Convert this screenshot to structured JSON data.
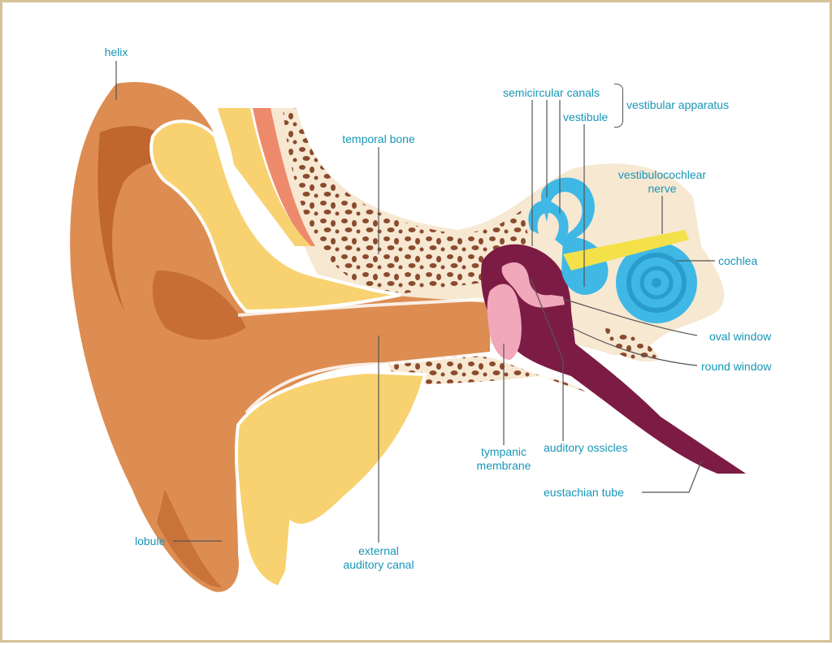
{
  "labels": {
    "helix": "helix",
    "temporal_bone": "temporal bone",
    "semicircular_canals": "semicircular canals",
    "vestibule": "vestibule",
    "vestibular_apparatus": "vestibular apparatus",
    "vestibulocochlear_nerve_line1": "vestibulocochlear",
    "vestibulocochlear_nerve_line2": "nerve",
    "cochlea": "cochlea",
    "oval_window": "oval window",
    "round_window": "round window",
    "tympanic_membrane_line1": "tympanic",
    "tympanic_membrane_line2": "membrane",
    "auditory_ossicles": "auditory ossicles",
    "eustachian_tube": "eustachian tube",
    "lobule": "lobule",
    "external_canal_line1": "external",
    "external_canal_line2": "auditory canal"
  },
  "colors": {
    "label_text": "#1796b8",
    "frame_border": "#d6c29a",
    "outer_ear": "#dd8d52",
    "outer_ear_dark": "#c0662f",
    "cartilage": "#f8d271",
    "bone": "#f7e8d2",
    "bone_pores": "#8a4b2e",
    "middle_ear": "#7c1c44",
    "tympanic": "#f0a8ba",
    "inner_ear": "#3fb8e6",
    "nerve": "#f4e14a",
    "skin_layer": "#ee8a6c"
  }
}
